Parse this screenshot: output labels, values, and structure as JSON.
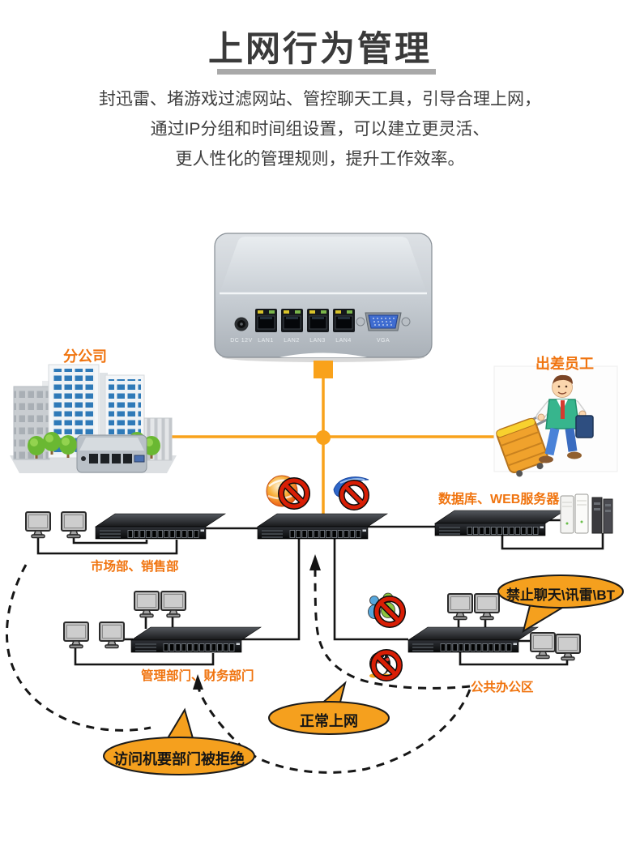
{
  "header": {
    "title": "上网行为管理",
    "lines": [
      "封迅雷、堵游戏过滤网站、管控聊天工具，引导合理上网，",
      "通过IP分组和时间组设置，可以建立更灵活、",
      "更人性化的管理规则，提升工作效率。"
    ]
  },
  "router": {
    "port_labels": [
      "DC 12V",
      "LAN1",
      "LAN2",
      "LAN3",
      "LAN4",
      "VGA"
    ]
  },
  "network_labels": {
    "branch_office": "分公司",
    "traveling_staff": "出差员工",
    "servers": "数据库、WEB服务器",
    "marketing_sales": "市场部、销售部",
    "admin_finance": "管理部门、财务部门",
    "public_office": "公共办公区"
  },
  "callouts": {
    "forbid_chat": "禁止聊天\\讯雷\\BT",
    "normal_internet": "正常上网",
    "access_denied": "访问机要部门被拒绝"
  },
  "icons": {
    "blocked_website": "fireball-ban-icon",
    "blocked_download": "thunder-ban-icon",
    "blocked_msn": "msn-buddies-ban-icon",
    "blocked_qq": "qq-penguin-ban-icon"
  },
  "colors": {
    "accent_orange_line": "#F9A21B",
    "label_orange": "#F0740F",
    "balloon_orange": "#F5A01E",
    "ban_red": "#D81E05",
    "line_black": "#161616",
    "title_gray_bar": "#A9A9A9"
  }
}
